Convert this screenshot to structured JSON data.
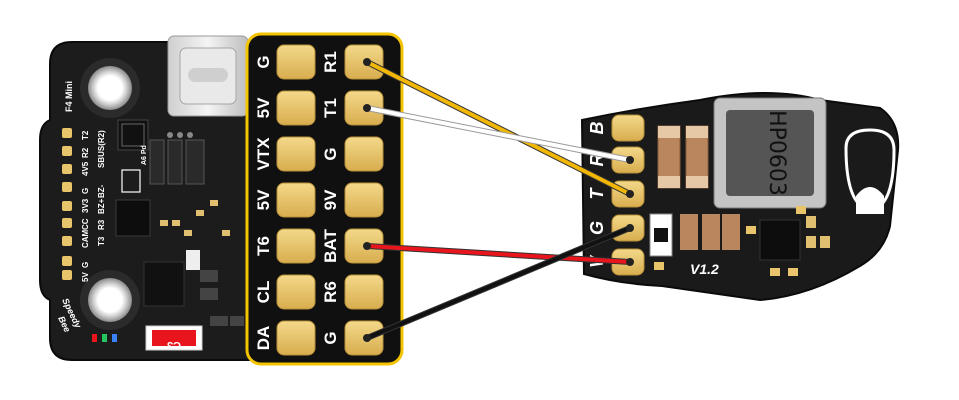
{
  "fc_board": {
    "model": "F4 Mini",
    "brand_line1": "Speedy",
    "brand_line2": "Bee",
    "edge_labels": [
      "5V",
      "G",
      "CAM",
      "CC",
      "3V3",
      "G",
      "4V5",
      "R2",
      "T2"
    ],
    "edge_labels_b": [
      "T3",
      "R3",
      "BZ+",
      "BZ-",
      "SBUS(R2)"
    ],
    "bottom_left": "DA",
    "button_text": "C3",
    "pad_text": "A6 Pd",
    "pad_grid": {
      "col1": [
        "G",
        "5V",
        "VTX",
        "5V",
        "T6",
        "CL",
        "DA"
      ],
      "col2": [
        "R1",
        "T1",
        "G",
        "9V",
        "BAT",
        "R6",
        "G"
      ]
    }
  },
  "vtx_board": {
    "inductor_label": "HP0603",
    "version": "V1.2",
    "pad_labels": [
      "B",
      "R",
      "T",
      "G",
      "V"
    ]
  },
  "wires": [
    {
      "from": "R1",
      "to": "T",
      "color": "#f2b705"
    },
    {
      "from": "T1",
      "to": "R",
      "color": "#ffffff"
    },
    {
      "from": "BAT",
      "to": "V",
      "color": "#e8161c"
    },
    {
      "from": "G",
      "to": "G",
      "color": "#111111"
    }
  ],
  "colors": {
    "pcb": "#1b1b1b",
    "pad_gold": "#e8c56a",
    "highlight_border": "#f5c400",
    "highlight_fill": "#101010"
  }
}
